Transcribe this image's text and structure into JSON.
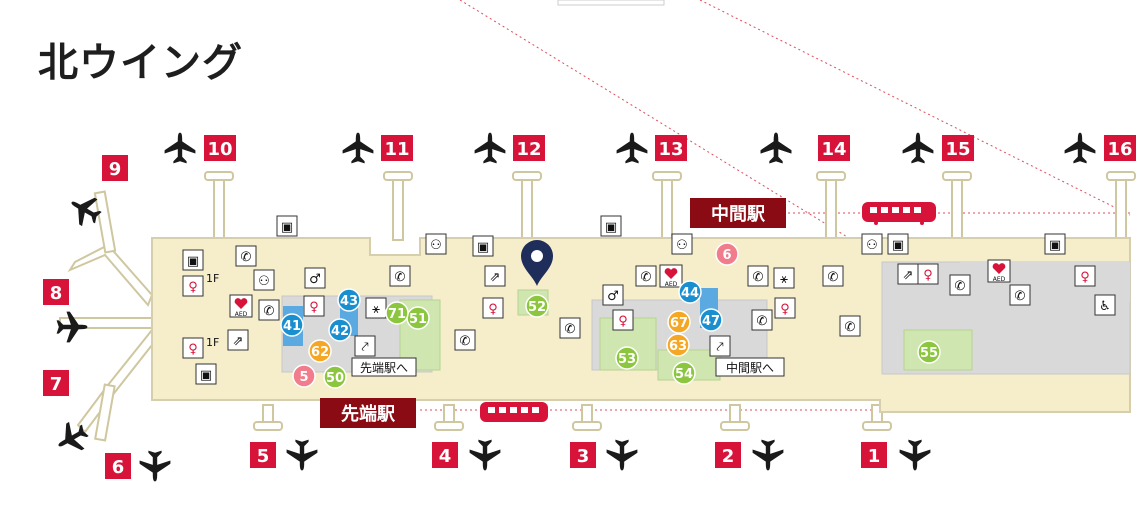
{
  "title": "北ウイング",
  "gates": [
    {
      "number": "1"
    },
    {
      "number": "2"
    },
    {
      "number": "3"
    },
    {
      "number": "4"
    },
    {
      "number": "5"
    },
    {
      "number": "6"
    },
    {
      "number": "7"
    },
    {
      "number": "8"
    },
    {
      "number": "9"
    },
    {
      "number": "10"
    },
    {
      "number": "11"
    },
    {
      "number": "12"
    },
    {
      "number": "13"
    },
    {
      "number": "14"
    },
    {
      "number": "15"
    },
    {
      "number": "16"
    }
  ],
  "stations": [
    {
      "name": "中間駅"
    },
    {
      "name": "先端駅"
    }
  ],
  "direction_signs": [
    "先端駅へ",
    "中間駅へ"
  ],
  "floor_label": "1F",
  "shops": [
    {
      "number": "41",
      "color": "#1a8fd0"
    },
    {
      "number": "42",
      "color": "#1a8fd0"
    },
    {
      "number": "43",
      "color": "#1a8fd0"
    },
    {
      "number": "44",
      "color": "#1a8fd0"
    },
    {
      "number": "47",
      "color": "#1a8fd0"
    },
    {
      "number": "50",
      "color": "#8cc63f"
    },
    {
      "number": "51",
      "color": "#8cc63f"
    },
    {
      "number": "52",
      "color": "#8cc63f"
    },
    {
      "number": "53",
      "color": "#8cc63f"
    },
    {
      "number": "54",
      "color": "#8cc63f"
    },
    {
      "number": "55",
      "color": "#8cc63f"
    },
    {
      "number": "71",
      "color": "#8cc63f"
    },
    {
      "number": "62",
      "color": "#f5a623"
    },
    {
      "number": "63",
      "color": "#f5a623"
    },
    {
      "number": "67",
      "color": "#f5a623"
    },
    {
      "number": "5",
      "color": "#f07c8c"
    },
    {
      "number": "6",
      "color": "#f07c8c"
    }
  ],
  "facility_labels": [
    "AED"
  ],
  "colors": {
    "gate_badge": "#d7133a",
    "station_label": "#8b0b15",
    "terminal_fill": "#f6eecb",
    "terminal_stroke": "#d6cfae",
    "pier_stroke": "#cfc79f",
    "gray_area": "#d9d9d9",
    "green_area": "#cfe6b0",
    "pin": "#1f2d5a",
    "train": "#d7133a"
  },
  "icons": [
    "airplane-icon",
    "train-icon",
    "location-pin-icon",
    "phone-icon",
    "restroom-icon",
    "smoking-icon",
    "escalator-icon",
    "aed-icon",
    "baby-care-icon",
    "tv-icon",
    "accessible-icon"
  ]
}
